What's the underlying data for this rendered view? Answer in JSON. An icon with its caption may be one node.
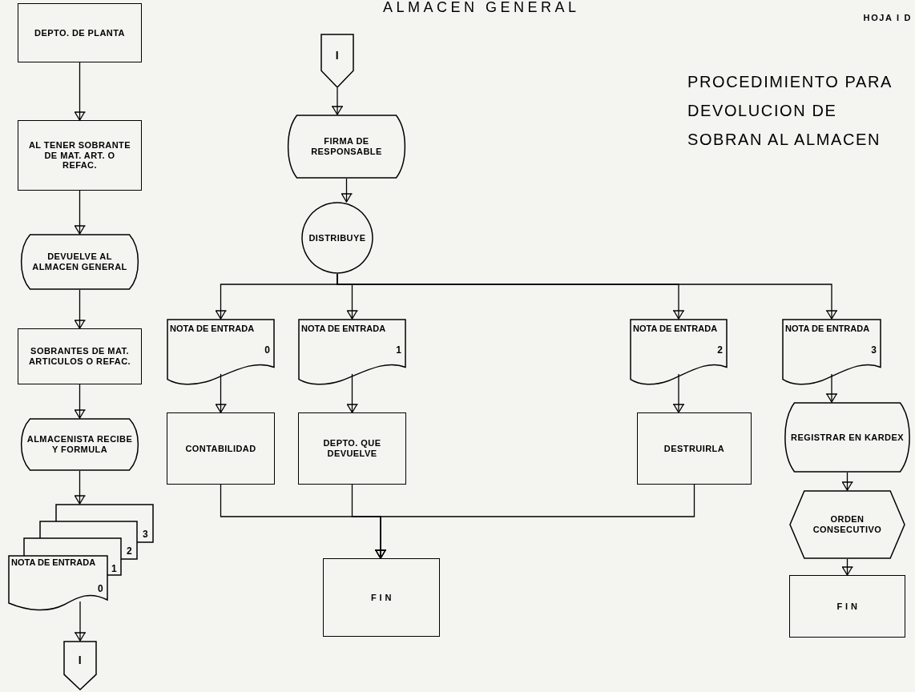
{
  "diagram": {
    "title": "ALMACEN GENERAL",
    "nodes": [
      {
        "text": [
          "DEPTO. DE PLANTA"
        ]
      },
      {
        "text": [
          "AL TENER SOBRANTE DE MAT. ART. O REFAC."
        ]
      },
      {
        "text": [
          "DEVUELVE AL ALMACEN GENERAL"
        ]
      },
      {
        "text": [
          "SOBRANTES DE MAT. ARTICULOS O REFAC."
        ]
      },
      {
        "text": [
          "ALMACENISTA RECIBE Y FORMULA"
        ]
      },
      {
        "text": [
          "NOTA DE ENTRADA",
          "0",
          "1",
          "2",
          "3"
        ]
      },
      {
        "text": [
          "I"
        ]
      },
      {
        "text": [
          "I"
        ]
      },
      {
        "text": [
          "FIRMA DE RESPONSABLE"
        ]
      },
      {
        "text": [
          "DISTRIBUYE"
        ]
      },
      {
        "text": [
          "NOTA DE ENTRADA",
          "0"
        ]
      },
      {
        "text": [
          "NOTA DE ENTRADA",
          "1"
        ]
      },
      {
        "text": [
          "NOTA DE ENTRADA",
          "2"
        ]
      },
      {
        "text": [
          "NOTA DE ENTRADA",
          "3"
        ]
      },
      {
        "text": [
          "CONTABILIDAD"
        ]
      },
      {
        "text": [
          "DEPTO. QUE DEVUELVE"
        ]
      },
      {
        "text": [
          "DESTRUIRLA"
        ]
      },
      {
        "text": [
          "REGISTRAR EN KARDEX"
        ]
      },
      {
        "text": [
          "ORDEN CONSECUTIVO"
        ]
      },
      {
        "text": [
          "F I N"
        ]
      },
      {
        "text": [
          "F I N"
        ]
      }
    ],
    "edges": [
      {
        "from": 0,
        "to": 1,
        "arrow": "to"
      },
      {
        "from": 1,
        "to": 2,
        "arrow": "to"
      },
      {
        "from": 2,
        "to": 3,
        "arrow": "to"
      },
      {
        "from": 3,
        "to": 4,
        "arrow": "to"
      },
      {
        "from": 4,
        "to": 5,
        "arrow": "to"
      },
      {
        "from": 5,
        "to": 6,
        "arrow": "to"
      },
      {
        "from": 7,
        "to": 8,
        "arrow": "to"
      },
      {
        "from": 8,
        "to": 9,
        "arrow": "to"
      },
      {
        "from": 9,
        "to": 10,
        "arrow": "to"
      },
      {
        "from": 9,
        "to": 11,
        "arrow": "to"
      },
      {
        "from": 9,
        "to": 12,
        "arrow": "to"
      },
      {
        "from": 9,
        "to": 13,
        "arrow": "to"
      },
      {
        "from": 10,
        "to": 14,
        "arrow": "to"
      },
      {
        "from": 11,
        "to": 15,
        "arrow": "to"
      },
      {
        "from": 12,
        "to": 16,
        "arrow": "to"
      },
      {
        "from": 13,
        "to": 17,
        "arrow": "to"
      },
      {
        "from": 17,
        "to": 18,
        "arrow": "to"
      },
      {
        "from": 18,
        "to": 20,
        "arrow": "to"
      },
      {
        "from": 14,
        "to": 19,
        "arrow": "to"
      },
      {
        "from": 15,
        "to": 19,
        "arrow": "to"
      },
      {
        "from": 16,
        "to": 19,
        "arrow": "to"
      }
    ],
    "labels": [
      "HOJA I D",
      "PROCEDIMIENTO PARA DEVOLUCION DE SOBRAN AL ALMACEN"
    ]
  }
}
